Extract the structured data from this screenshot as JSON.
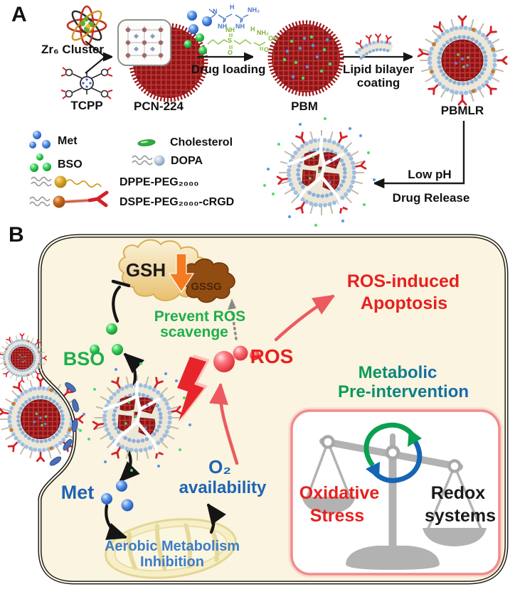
{
  "colors": {
    "cell_background": "#FAF4E0",
    "mof_red": "#8C1418",
    "accent_red": "#E8201E",
    "accent_green": "#1FAE4B",
    "accent_blue": "#1E63B5",
    "light_blue": "#3E7CC7",
    "orange_arrow": "#F47B20",
    "pink_box_border": "#F28B8B",
    "scale_gray": "#B2B2B2",
    "lipid_blue": "#9FBEDF"
  },
  "panelA": {
    "label": "A",
    "zr6_label": "Zr₆ Cluster",
    "tcpp_label": "TCPP",
    "pcn_label": "PCN-224",
    "drug_loading_label": "Drug loading",
    "pbm_label": "PBM",
    "lipid_coating_line1": "Lipid bilayer",
    "lipid_coating_line2": "coating",
    "pbmlr_label": "PBMLR",
    "low_ph_label": "Low pH",
    "drug_release_label": "Drug Release",
    "legend": {
      "met": "Met",
      "bso": "BSO",
      "cholesterol": "Cholesterol",
      "dopa": "DOPA",
      "dppe": "DPPE-PEG₂₀₀₀",
      "dspe": "DSPE-PEG₂₀₀₀-cRGD"
    },
    "metformin_atoms": [
      "N",
      "H",
      "NH₂",
      "NH",
      "NH"
    ],
    "bso_atoms": [
      "NH",
      "S",
      "O",
      "H",
      "NH₂",
      "OH",
      "O"
    ]
  },
  "panelB": {
    "label": "B",
    "gsh": "GSH",
    "gssg": "GSSG",
    "prevent_line1": "Prevent ROS",
    "prevent_line2": "scavenge",
    "apoptosis_line1": "ROS-induced",
    "apoptosis_line2": "Apoptosis",
    "bso": "BSO",
    "ros": "ROS",
    "met": "Met",
    "metabolic_line1": "Metabolic",
    "metabolic_line2": "Pre-intervention",
    "o2": "O₂",
    "availability": "availability",
    "aerobic_line1": "Aerobic Metabolism",
    "aerobic_line2": "Inhibition",
    "oxidative_line1": "Oxidative",
    "oxidative_line2": "Stress",
    "redox_line1": "Redox",
    "redox_line2": "systems"
  }
}
